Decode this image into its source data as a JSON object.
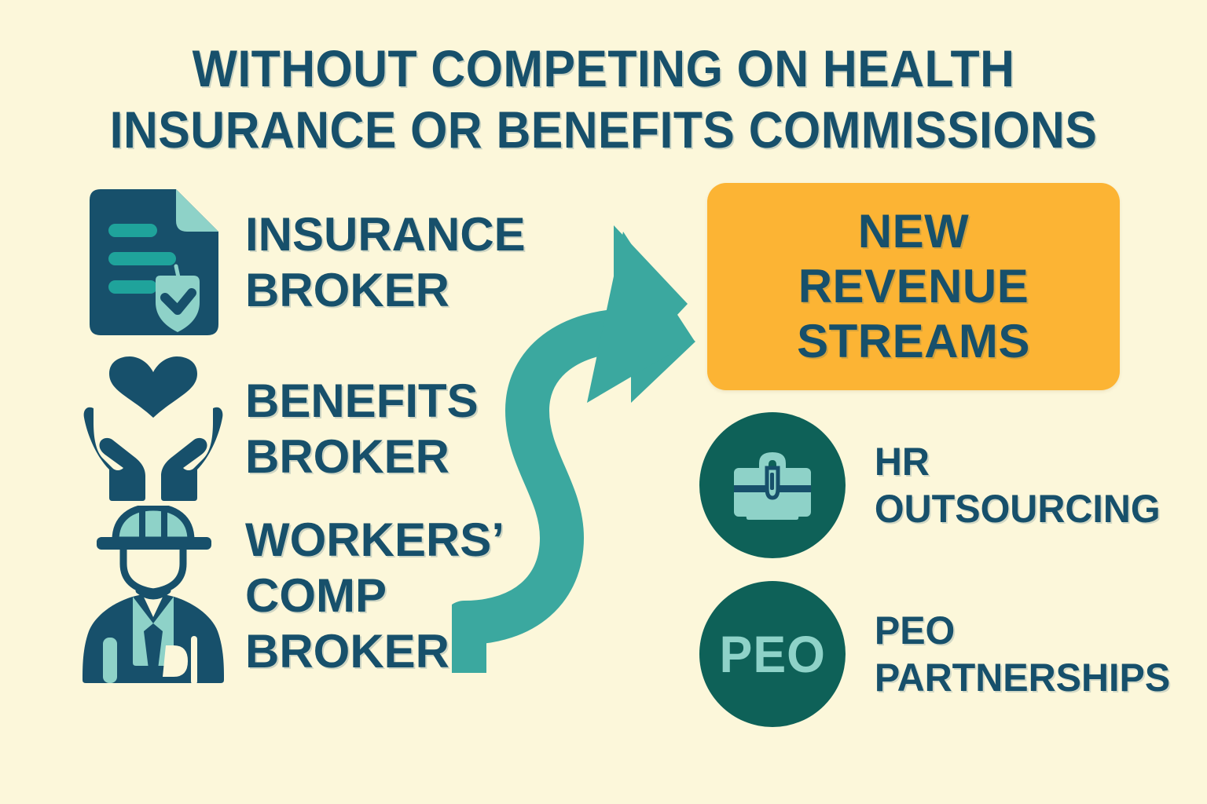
{
  "colors": {
    "background": "#FCF7DA",
    "navy": "#17506B",
    "teal": "#3BA89F",
    "teal_light": "#8ED2C8",
    "teal_mid": "#1FA39B",
    "teal_dark": "#0E6158",
    "orange": "#FCB434"
  },
  "title": {
    "line1": "WITHOUT COMPETING ON HEALTH",
    "line2": "INSURANCE OR BENEFITS COMMISSIONS"
  },
  "sources": [
    {
      "icon": "insurance-document-shield-icon",
      "label_line1": "INSURANCE",
      "label_line2": "BROKER",
      "label_line3": ""
    },
    {
      "icon": "hands-holding-heart-icon",
      "label_line1": "BENEFITS",
      "label_line2": "BROKER",
      "label_line3": ""
    },
    {
      "icon": "construction-worker-icon",
      "label_line1": "WORKERS’",
      "label_line2": "COMP",
      "label_line3": "BROKER"
    }
  ],
  "arrow": {
    "icon": "curved-s-arrow-icon",
    "direction": "left-bottom-to-right-top"
  },
  "callout": {
    "line1": "NEW",
    "line2": "REVENUE",
    "line3": "STREAMS"
  },
  "outcomes": [
    {
      "badge_icon": "briefcase-icon",
      "badge_text": "",
      "label_line1": "HR",
      "label_line2": "OUTSOURCING"
    },
    {
      "badge_icon": "peo-text-badge",
      "badge_text": "PEO",
      "label_line1": "PEO",
      "label_line2": "PARTNERSHIPS"
    }
  ]
}
